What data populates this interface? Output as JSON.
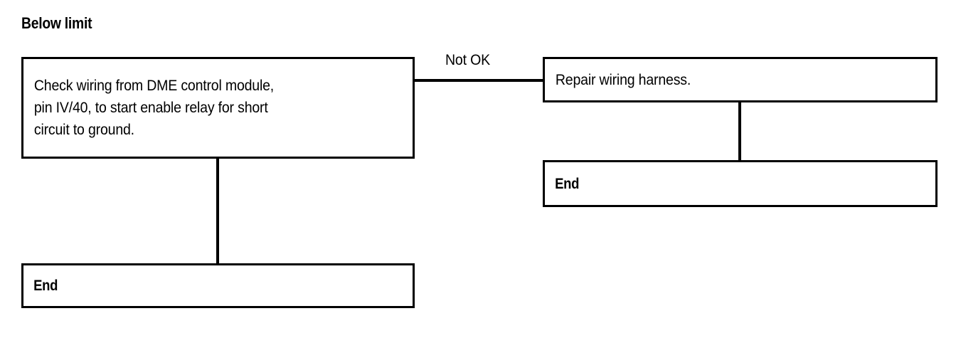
{
  "page": {
    "section_title": "Below limit",
    "background_color": "#ffffff",
    "line_color": "#000000"
  },
  "diagram": {
    "type": "flowchart",
    "nodes": [
      {
        "id": "check",
        "label": "Check wiring from DME control module,\npin IV/40, to start enable relay for short\ncircuit to ground.",
        "style": "process"
      },
      {
        "id": "end_left",
        "label": "End",
        "style": "terminator"
      },
      {
        "id": "repair",
        "label": "Repair wiring harness.",
        "style": "process"
      },
      {
        "id": "end_right",
        "label": "End",
        "style": "terminator"
      }
    ],
    "edges": [
      {
        "from": "check",
        "to": "end_left",
        "label": ""
      },
      {
        "from": "check",
        "to": "repair",
        "label": "Not OK"
      },
      {
        "from": "repair",
        "to": "end_right",
        "label": ""
      }
    ],
    "edge_labels": {
      "not_ok": "Not OK"
    }
  }
}
